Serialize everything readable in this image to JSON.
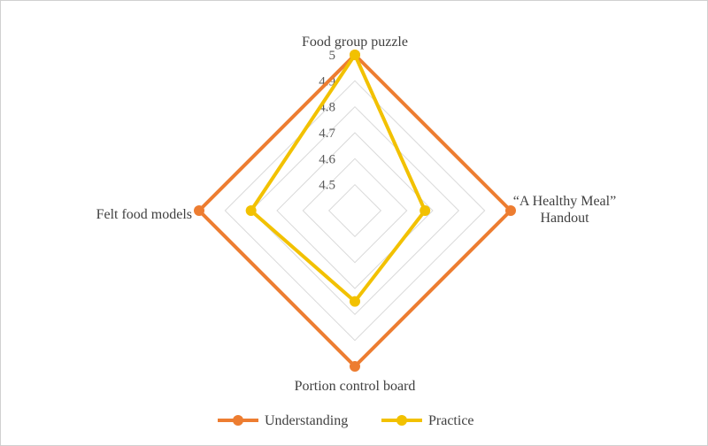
{
  "chart_data": {
    "type": "radar",
    "title": "",
    "categories": [
      "Food group puzzle",
      "“A Healthy Meal” Handout",
      "Portion control board",
      "Felt food models"
    ],
    "category_lines": [
      [
        "Food group puzzle"
      ],
      [
        "“A Healthy Meal”",
        "Handout"
      ],
      [
        "Portion control board"
      ],
      [
        "Felt food models"
      ]
    ],
    "rlim": [
      4.4,
      5.0
    ],
    "ticks": [
      "4.5",
      "4.6",
      "4.7",
      "4.8",
      "4.9",
      "5"
    ],
    "tick_values": [
      4.5,
      4.6,
      4.7,
      4.8,
      4.9,
      5.0
    ],
    "grid": true,
    "legend_position": "bottom",
    "series": [
      {
        "name": "Understanding",
        "color": "#ED7D31",
        "values": [
          5.0,
          5.0,
          5.0,
          5.0
        ]
      },
      {
        "name": "Practice",
        "color": "#F2C100",
        "values": [
          5.0,
          4.67,
          4.75,
          4.8
        ]
      }
    ]
  }
}
